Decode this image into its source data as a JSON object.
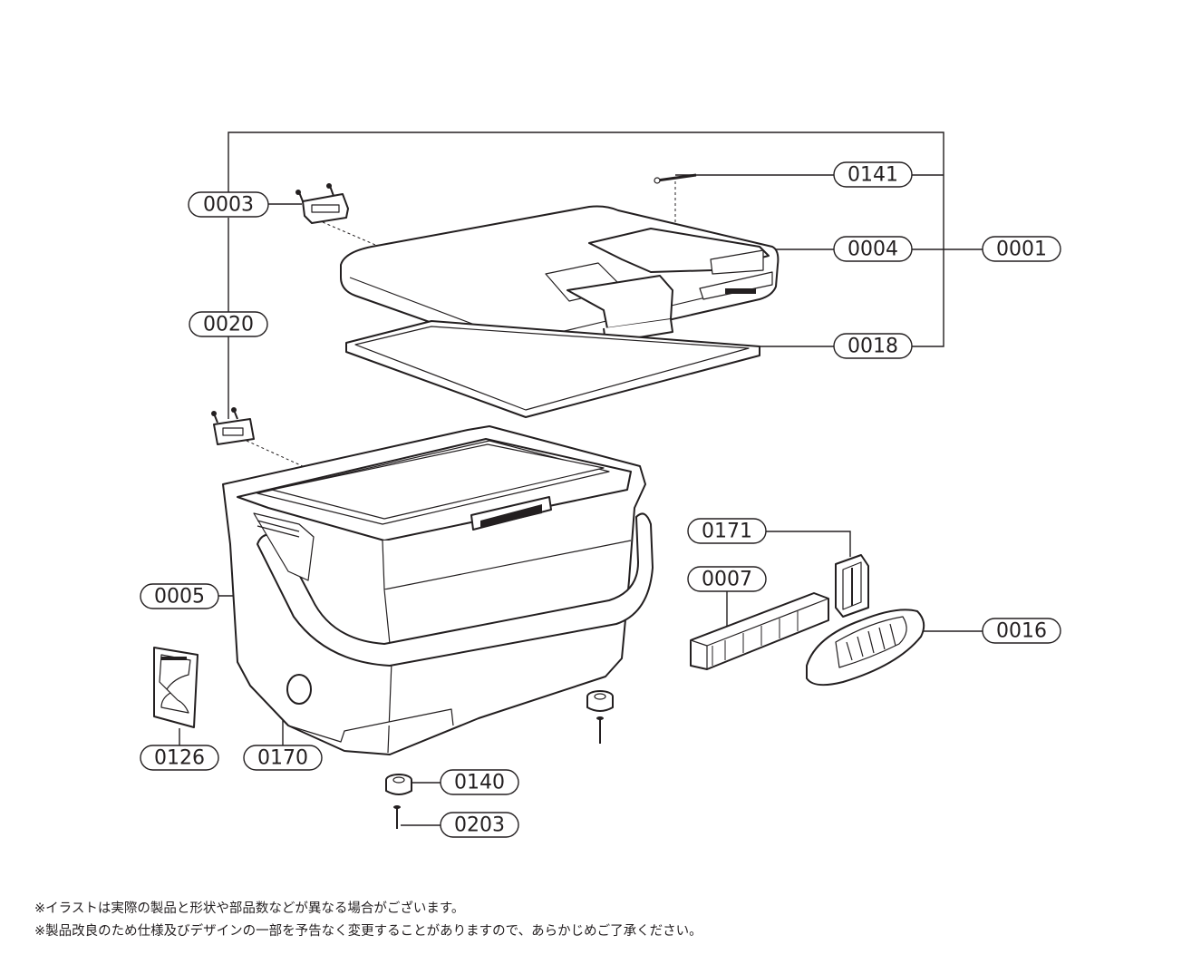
{
  "parts": [
    {
      "id": "p0001",
      "label": "0001"
    },
    {
      "id": "p0003",
      "label": "0003"
    },
    {
      "id": "p0004",
      "label": "0004"
    },
    {
      "id": "p0005",
      "label": "0005"
    },
    {
      "id": "p0007",
      "label": "0007"
    },
    {
      "id": "p0016",
      "label": "0016"
    },
    {
      "id": "p0018",
      "label": "0018"
    },
    {
      "id": "p0020",
      "label": "0020"
    },
    {
      "id": "p0126",
      "label": "0126"
    },
    {
      "id": "p0140",
      "label": "0140"
    },
    {
      "id": "p0141",
      "label": "0141"
    },
    {
      "id": "p0170",
      "label": "0170"
    },
    {
      "id": "p0171",
      "label": "0171"
    },
    {
      "id": "p0203",
      "label": "0203"
    }
  ],
  "notes": {
    "line1": "※イラストは実際の製品と形状や部品数などが異なる場合がございます。",
    "line2": "※製品改良のため仕様及びデザインの一部を予告なく変更することがありますので、あらかじめご了承ください。"
  },
  "colors": {
    "ink": "#231f20",
    "background": "#ffffff"
  }
}
